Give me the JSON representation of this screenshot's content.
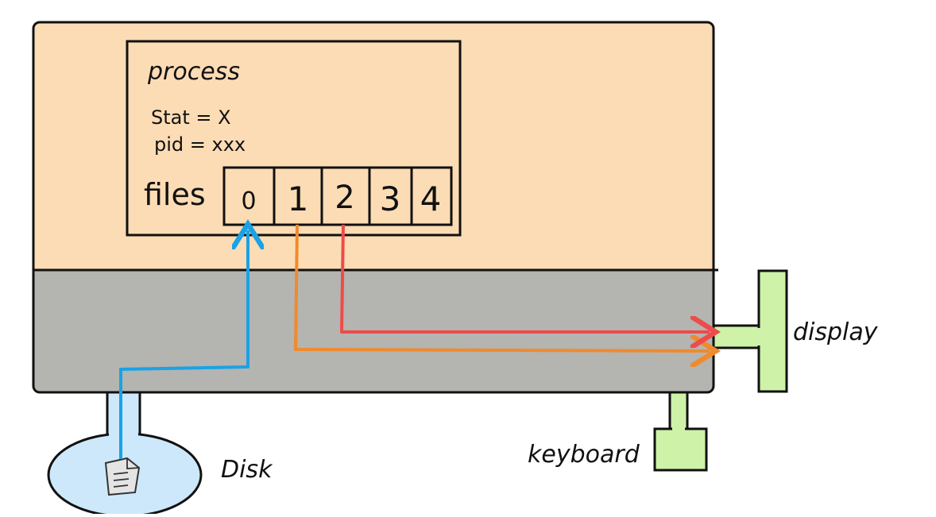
{
  "process_box": {
    "title": "process",
    "stat_line": "Stat = X",
    "pid_line": "pid = xxx",
    "files_label": "files"
  },
  "fd_table": {
    "cells": [
      "0",
      "1",
      "2",
      "3",
      "4"
    ]
  },
  "devices": {
    "disk": "Disk",
    "display": "display",
    "keyboard": "keyboard"
  },
  "colors": {
    "user_space": "#fcdcb4",
    "kernel_space": "#b4b4b0",
    "disk": "#cde8fa",
    "device": "#cdf2a8",
    "stdin_arrow": "#1aa2e6",
    "stdout_arrow": "#f08a2e",
    "stderr_arrow": "#ee4b4b"
  },
  "icons": {
    "file": "document-icon"
  }
}
